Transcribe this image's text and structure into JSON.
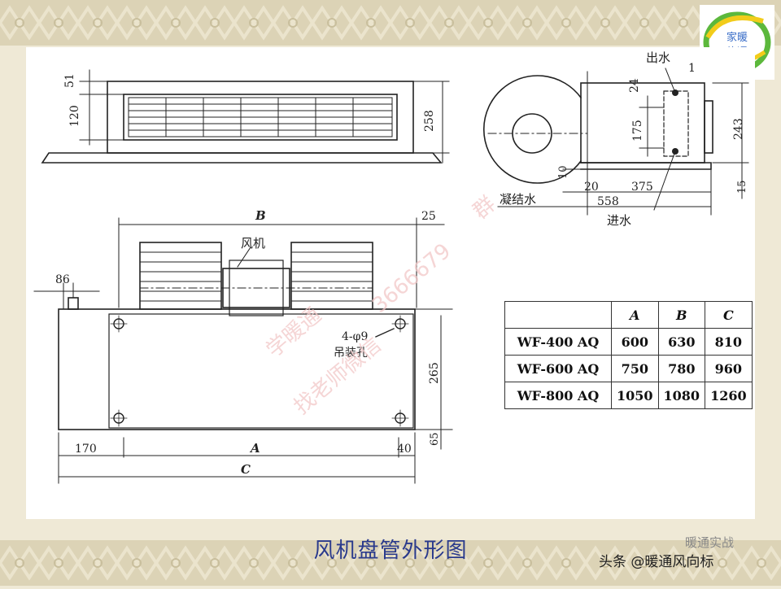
{
  "drawing": {
    "top_view": {
      "dims": [
        "51",
        "120",
        "258"
      ]
    },
    "side_view": {
      "labels": {
        "outlet": "出水",
        "inlet": "进水",
        "condensate": "凝结水"
      },
      "dims": [
        "1",
        "24",
        "175",
        "243",
        "10",
        "20",
        "375",
        "558",
        "15"
      ]
    },
    "front_view": {
      "labels": {
        "fan": "风机",
        "hanging_holes": "4-φ9",
        "hanging_holes_cn": "吊装孔"
      },
      "dims": {
        "B": "B",
        "b_offset": "25",
        "pipe": "86",
        "height": "265",
        "base": "65",
        "left": "170",
        "A": "A",
        "right": "40",
        "C": "C"
      }
    },
    "caption": "风机盘管外形图"
  },
  "spec_table": {
    "headers": [
      "",
      "A",
      "B",
      "C"
    ],
    "rows": [
      [
        "WF-400 AQ",
        "600",
        "630",
        "810"
      ],
      [
        "WF-600 AQ",
        "750",
        "780",
        "960"
      ],
      [
        "WF-800 AQ",
        "1050",
        "1080",
        "1260"
      ]
    ]
  },
  "logo": {
    "line1": "家暖",
    "line2": "施通"
  },
  "watermarks": [
    "学暖通",
    "找老师微信",
    "群",
    "3666679"
  ],
  "footer": {
    "text": "头条 @暖通风向标",
    "corner": "暖通实战"
  },
  "colors": {
    "line": "#222222",
    "watermark": "#f2c8c8",
    "caption": "#2a3a8c",
    "logo_green": "#5cb83c",
    "logo_yellow": "#f2cc1a"
  }
}
